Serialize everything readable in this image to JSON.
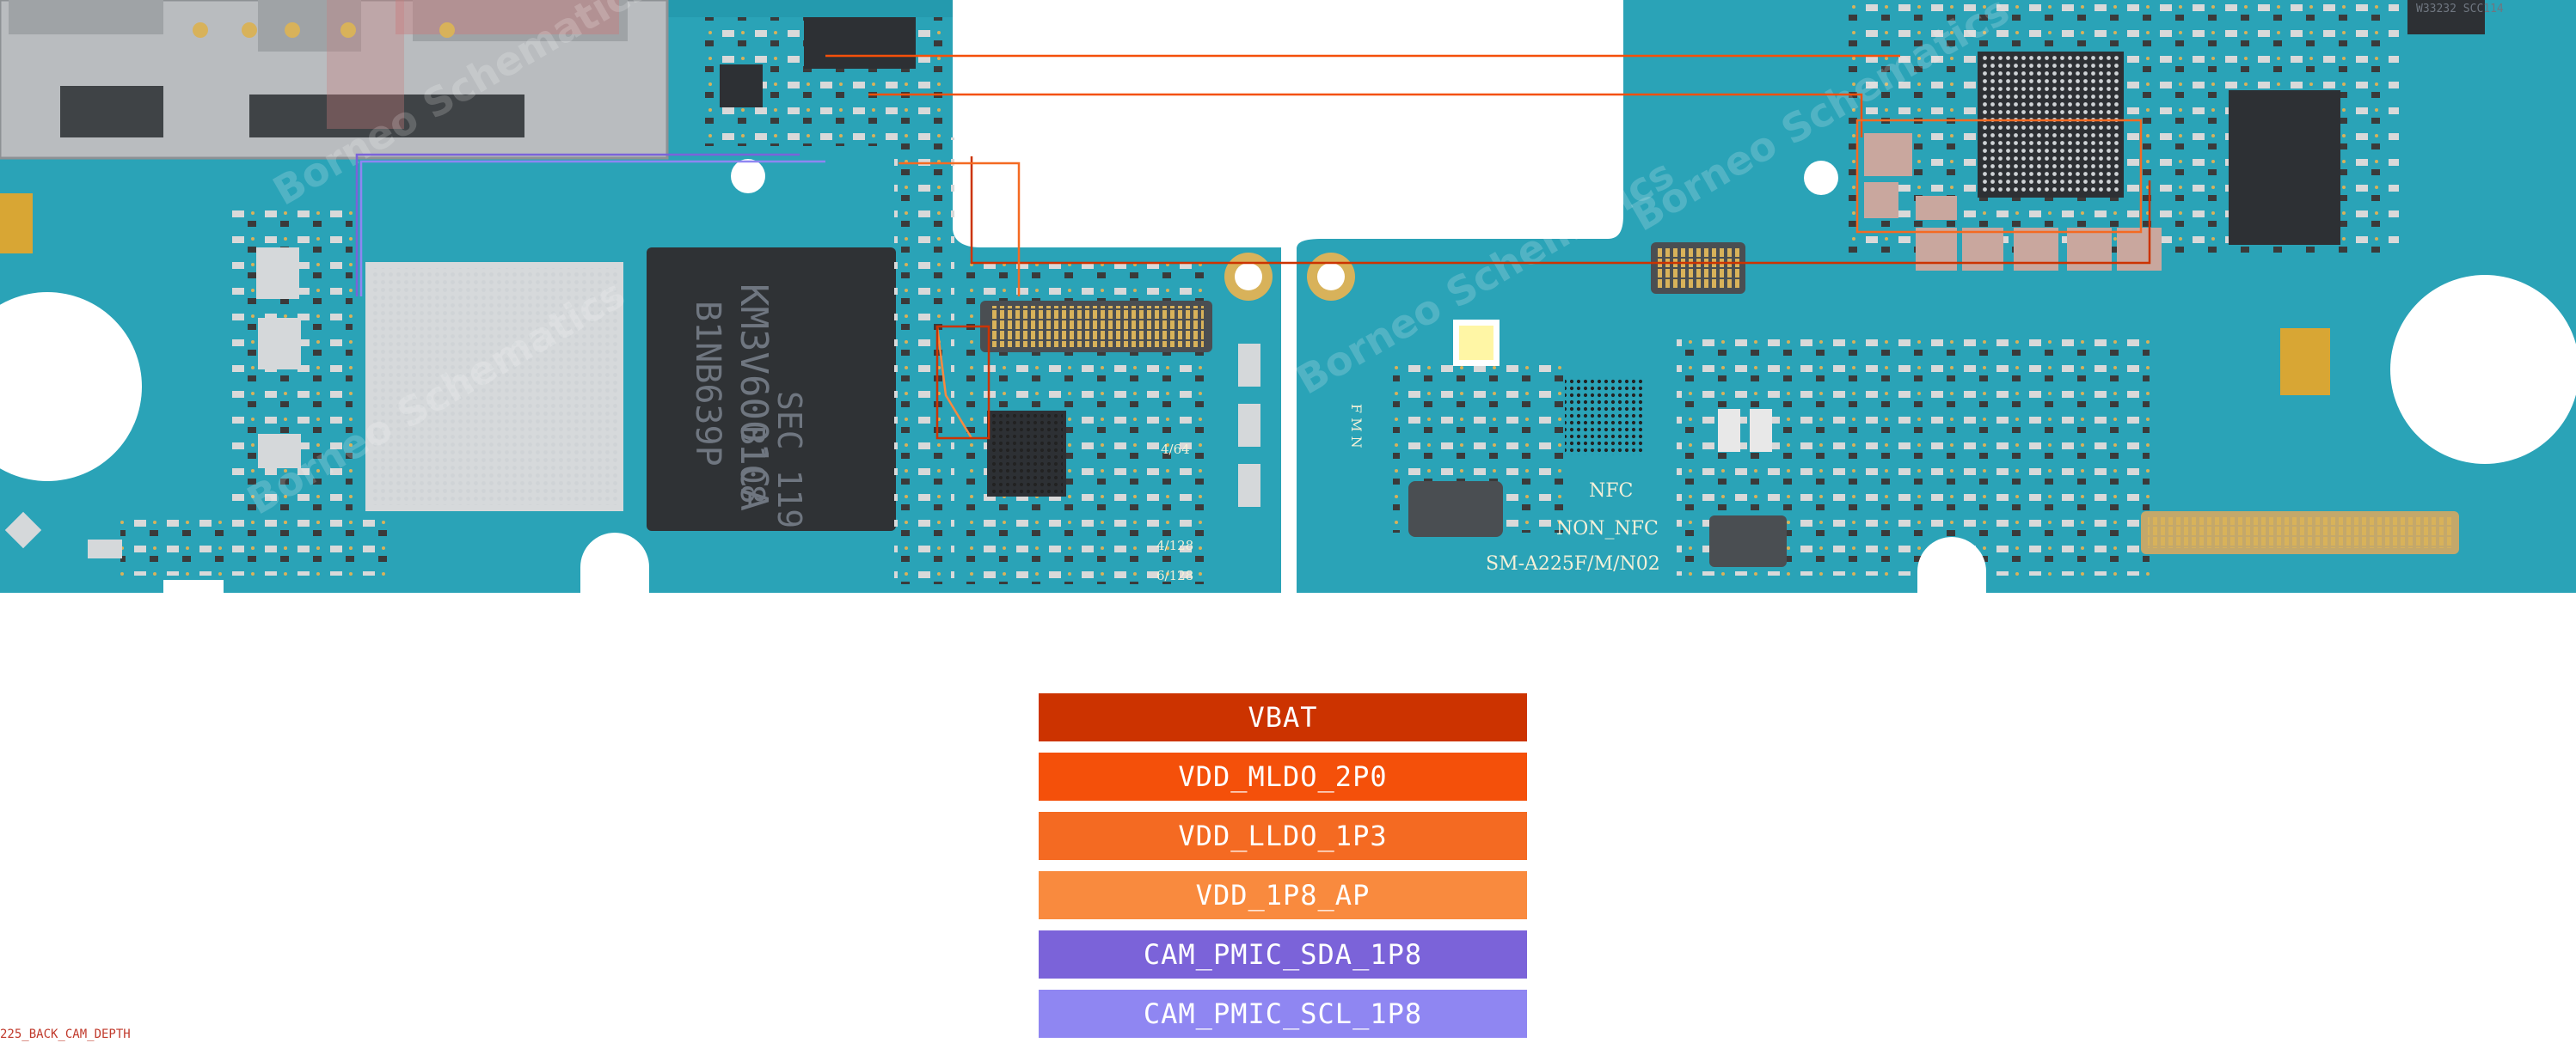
{
  "legend": {
    "items": [
      {
        "label": "VBAT",
        "color": "#cc3300"
      },
      {
        "label": "VDD_MLDO_2P0",
        "color": "#f4500a"
      },
      {
        "label": "VDD_LLDO_1P3",
        "color": "#f46a22"
      },
      {
        "label": "VDD_1P8_AP",
        "color": "#f98a3e"
      },
      {
        "label": "CAM_PMIC_SDA_1P8",
        "color": "#7b63d9"
      },
      {
        "label": "CAM_PMIC_SCL_1P8",
        "color": "#8f86f2"
      }
    ]
  },
  "board": {
    "pcb_color": "#2aa3b7",
    "watermark": "Borneo Schematics",
    "chip_labels": {
      "sec": "SEC 119",
      "date": "B108",
      "part": "KM3V6001CA",
      "code": "B1NB639P"
    },
    "silkscreen": {
      "nfc": "NFC",
      "non_nfc": "NON_NFC",
      "model": "SM-A225F/M/N02",
      "fmn": "F M N",
      "mem1": "4/64",
      "mem2": "4/128",
      "mem3": "6/128",
      "ic_code": "W33232 SCC114"
    }
  },
  "caption": "225_BACK_CAM_DEPTH"
}
